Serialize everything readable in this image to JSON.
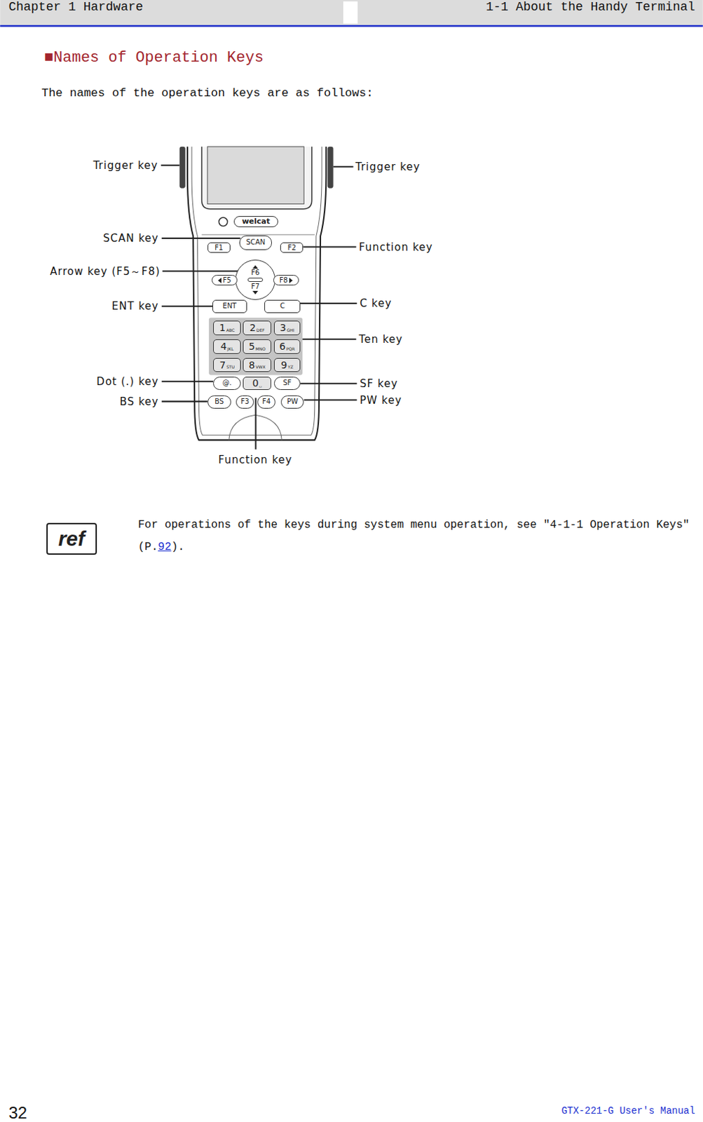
{
  "diagram": {
    "title": "■Names of Operation Keys",
    "nodes": [
      {
        "text": [
          "welcat"
        ]
      },
      {
        "text": [
          "F1"
        ]
      },
      {
        "text": [
          "SCAN"
        ]
      },
      {
        "text": [
          "F2"
        ]
      },
      {
        "text": [
          "F6",
          "F7"
        ]
      },
      {
        "text": [
          "F5"
        ]
      },
      {
        "text": [
          "F8"
        ]
      },
      {
        "text": [
          "ENT"
        ]
      },
      {
        "text": [
          "C"
        ]
      },
      {
        "text": [
          "1",
          "ABC"
        ]
      },
      {
        "text": [
          "2",
          "DEF"
        ]
      },
      {
        "text": [
          "3",
          "GHI"
        ]
      },
      {
        "text": [
          "4",
          "JKL"
        ]
      },
      {
        "text": [
          "5",
          "MNO"
        ]
      },
      {
        "text": [
          "6",
          "PQR"
        ]
      },
      {
        "text": [
          "7",
          "STU"
        ]
      },
      {
        "text": [
          "8",
          "VWX"
        ]
      },
      {
        "text": [
          "9",
          "YZ"
        ]
      },
      {
        "text": [
          "@."
        ]
      },
      {
        "text": [
          "0",
          "␣"
        ]
      },
      {
        "text": [
          "SF"
        ]
      },
      {
        "text": [
          "BS"
        ]
      },
      {
        "text": [
          "F3"
        ]
      },
      {
        "text": [
          "F4"
        ]
      },
      {
        "text": [
          "PW"
        ]
      },
      {
        "text": [
          "ref"
        ]
      }
    ],
    "labels": [
      "Chapter 1 Hardware",
      "1-1 About the Handy Terminal",
      "The names of the operation keys are as follows:",
      "Trigger key",
      "Trigger key",
      "SCAN key",
      "Function key",
      "Arrow key (F5～F8)",
      "ENT key",
      "C key",
      "Ten key",
      "Dot (.) key",
      "SF key",
      "BS key",
      "PW key",
      "Function key",
      "For operations of the keys during system menu operation, see \"4-1-1 Operation Keys\" (P.",
      "92",
      ").",
      "32",
      "GTX-221-G User's Manual"
    ]
  }
}
